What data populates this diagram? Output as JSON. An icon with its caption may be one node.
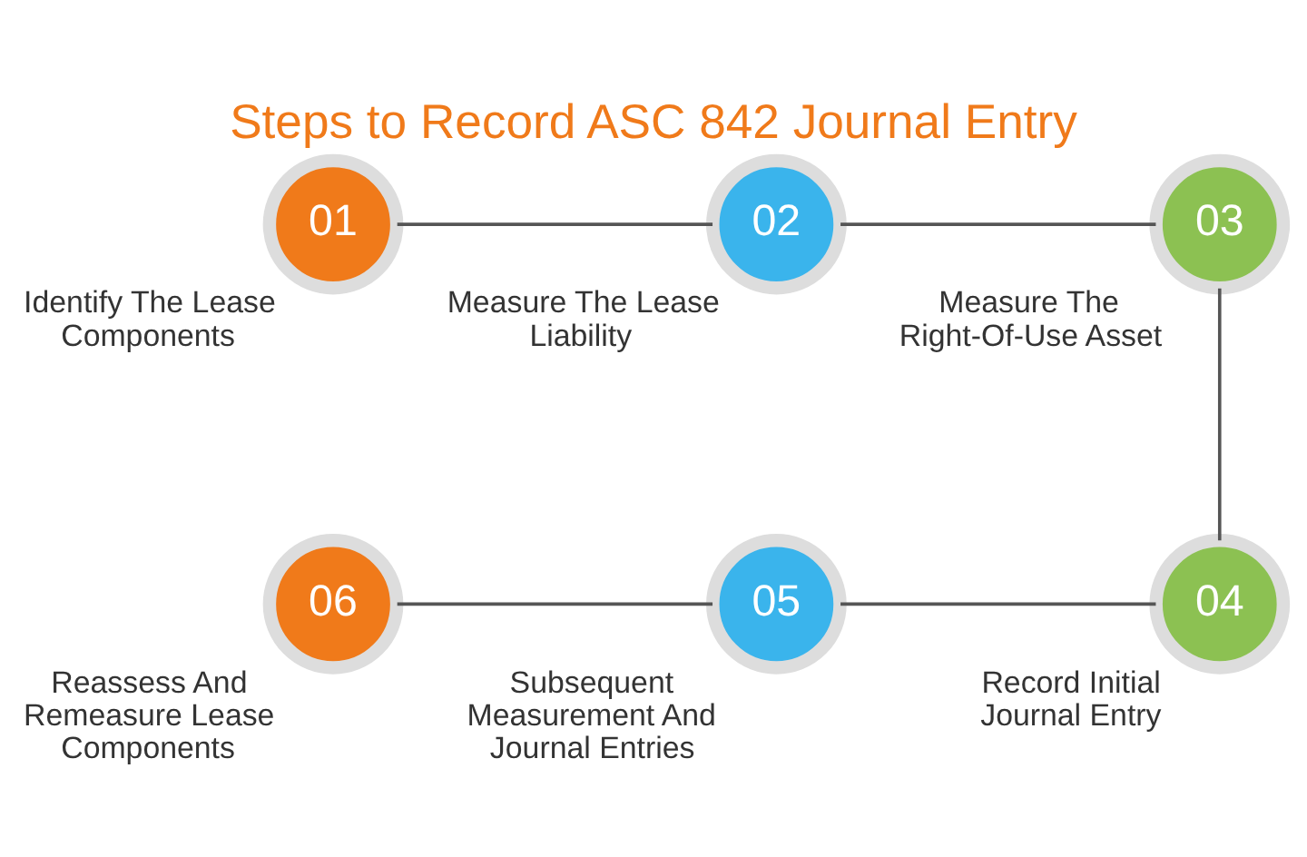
{
  "diagram": {
    "title": "Steps to Record ASC 842 Journal Entry",
    "nodes": [
      {
        "text": [
          "01"
        ],
        "beside": [
          "Identify The Lease Components"
        ]
      },
      {
        "text": [
          "02"
        ],
        "beside": [
          "Measure The Lease Liability"
        ]
      },
      {
        "text": [
          "03"
        ],
        "beside": [
          "Measure The Right-Of-Use Asset"
        ]
      },
      {
        "text": [
          "04"
        ],
        "beside": [
          "Record Initial Journal Entry"
        ]
      },
      {
        "text": [
          "05"
        ],
        "beside": [
          "Subsequent Measurement And Journal Entries"
        ]
      },
      {
        "text": [
          "06"
        ],
        "beside": [
          "Reassess And Remeasure Lease Components"
        ]
      }
    ],
    "edges": [
      {
        "from": 0,
        "to": 1,
        "arrow": "none"
      },
      {
        "from": 1,
        "to": 2,
        "arrow": "none"
      },
      {
        "from": 2,
        "to": 3,
        "arrow": "none"
      },
      {
        "from": 3,
        "to": 4,
        "arrow": "none"
      },
      {
        "from": 4,
        "to": 5,
        "arrow": "none"
      }
    ]
  }
}
